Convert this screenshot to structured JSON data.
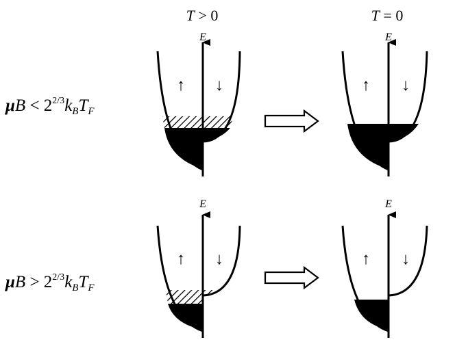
{
  "headers": {
    "left": {
      "var": "T",
      "rel": ">",
      "val": "0"
    },
    "right": {
      "var": "T",
      "rel": "=",
      "val": "0"
    }
  },
  "rows": [
    {
      "condition": {
        "mu": "μ",
        "b": "B",
        "op": "<",
        "base": "2",
        "exp": "2/3",
        "k": "k",
        "ksub": "B",
        "t": "T",
        "tsub": "F"
      },
      "axis_label": "E"
    },
    {
      "condition": {
        "mu": "μ",
        "b": "B",
        "op": ">",
        "base": "2",
        "exp": "2/3",
        "k": "k",
        "ksub": "B",
        "t": "T",
        "tsub": "F"
      },
      "axis_label": "E"
    }
  ],
  "spin_up_symbol": "↑",
  "spin_down_symbol": "↓",
  "colors": {
    "ink": "#000000",
    "background": "#ffffff"
  }
}
